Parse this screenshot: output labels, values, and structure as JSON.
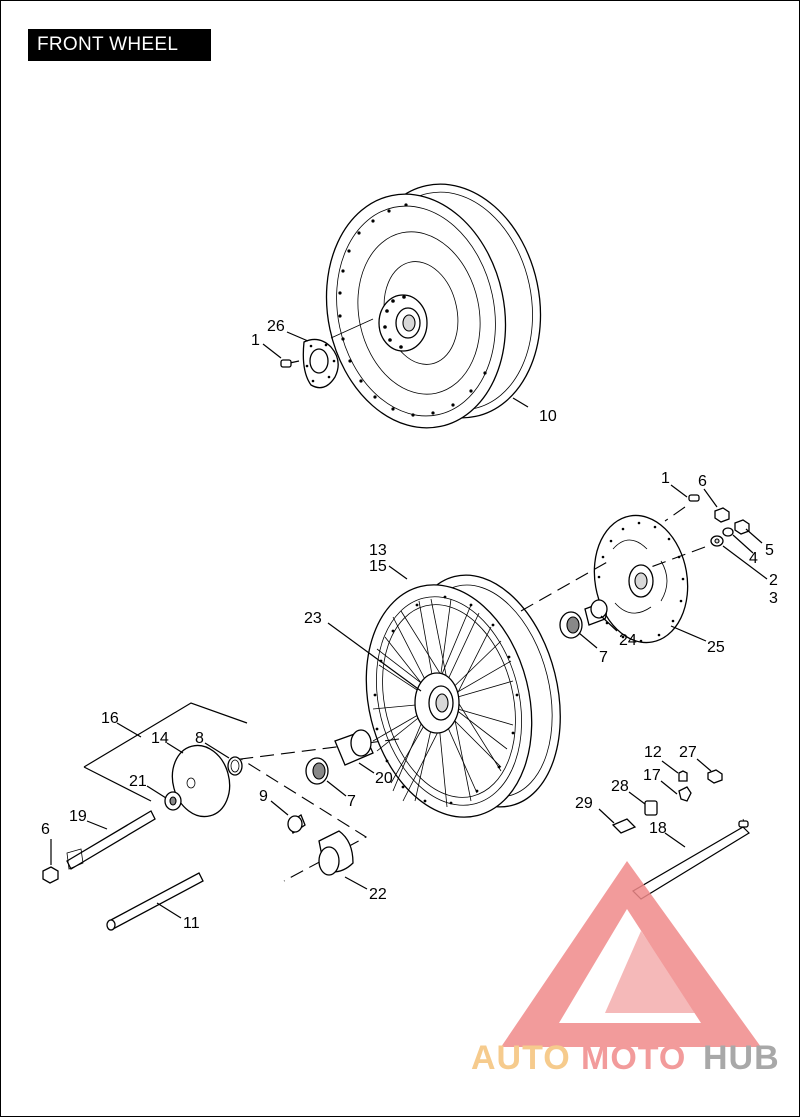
{
  "title": "FRONT WHEEL",
  "callouts": {
    "c1a": "1",
    "c26": "26",
    "c10": "10",
    "c1b": "1",
    "c6a": "6",
    "c5": "5",
    "c4": "4",
    "c2": "2",
    "c3": "3",
    "c13": "13",
    "c15": "15",
    "c23": "23",
    "c24": "24",
    "c25": "25",
    "c7a": "7",
    "c16": "16",
    "c14": "14",
    "c8": "8",
    "c21": "21",
    "c19": "19",
    "c6b": "6",
    "c9": "9",
    "c20": "20",
    "c7b": "7",
    "c22": "22",
    "c11": "11",
    "c12": "12",
    "c27": "27",
    "c17": "17",
    "c28": "28",
    "c29": "29",
    "c18": "18"
  },
  "watermark": {
    "part1": "AUTO",
    "part2": "MOTO",
    "part3": "HUB"
  },
  "colors": {
    "watermark_orange": "#f5c27a",
    "watermark_red": "#f08a8a",
    "watermark_grey": "#9a9a9a",
    "accent": "#000000"
  }
}
